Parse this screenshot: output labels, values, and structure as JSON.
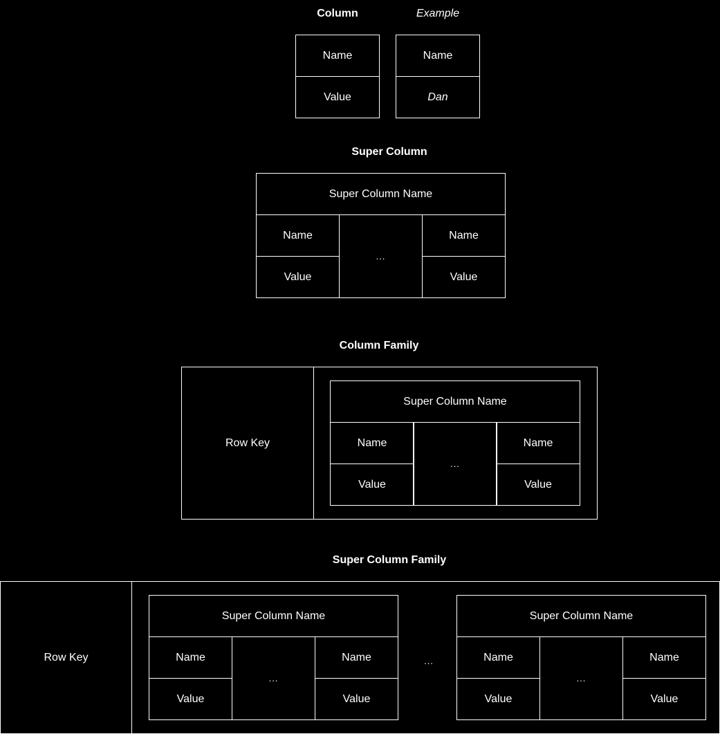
{
  "column": {
    "title": "Column",
    "name": "Name",
    "value": "Value"
  },
  "example": {
    "title": "Example",
    "name": "Name",
    "value": "Dan"
  },
  "super_column": {
    "title": "Super Column",
    "header": "Super Column Name",
    "left_name": "Name",
    "left_value": "Value",
    "ellipsis": "...",
    "right_name": "Name",
    "right_value": "Value"
  },
  "column_family": {
    "title": "Column Family",
    "row_key": "Row Key",
    "header": "Super Column Name",
    "left_name": "Name",
    "left_value": "Value",
    "ellipsis": "...",
    "right_name": "Name",
    "right_value": "Value"
  },
  "super_column_family": {
    "title": "Super Column Family",
    "row_key": "Row Key",
    "between_ellipsis": "...",
    "groups": [
      {
        "header": "Super Column Name",
        "left_name": "Name",
        "left_value": "Value",
        "ellipsis": "...",
        "right_name": "Name",
        "right_value": "Value"
      },
      {
        "header": "Super Column Name",
        "left_name": "Name",
        "left_value": "Value",
        "ellipsis": "...",
        "right_name": "Name",
        "right_value": "Value"
      }
    ]
  }
}
